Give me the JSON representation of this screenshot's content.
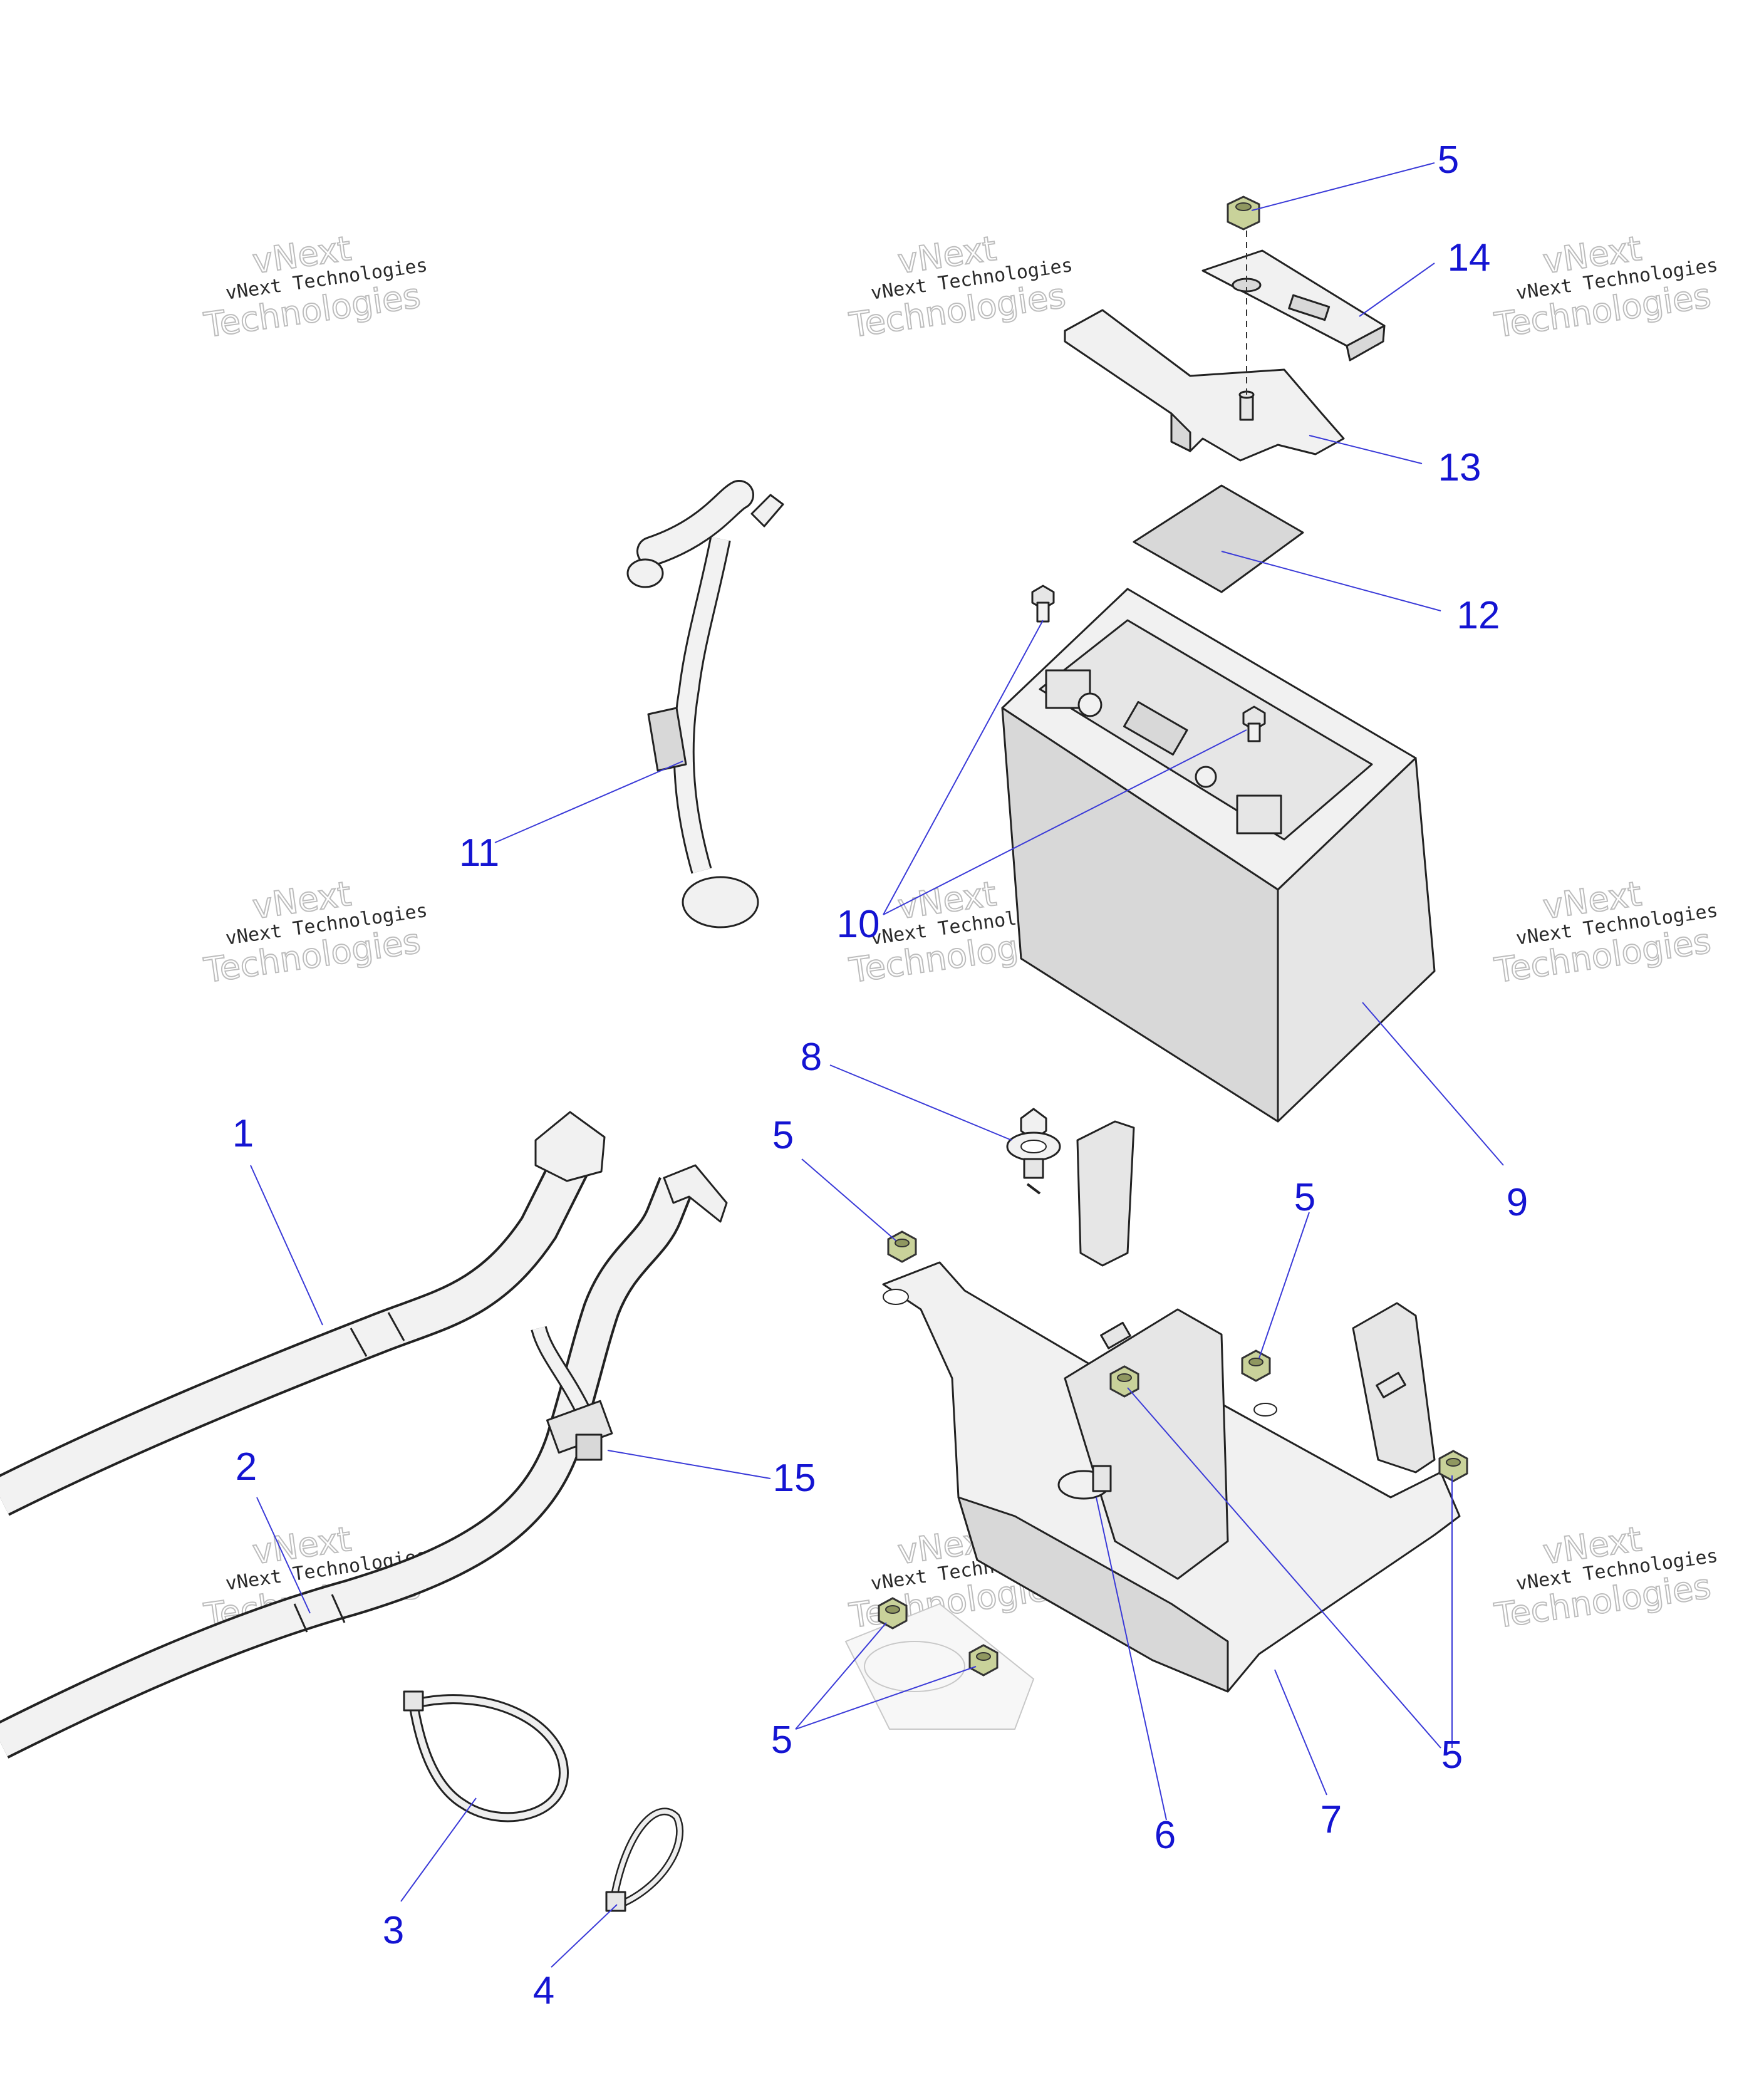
{
  "watermark": {
    "line1": "vNext",
    "line2": "vNext Technologies",
    "line3": "Technologies"
  },
  "callouts": {
    "c1": "1",
    "c2": "2",
    "c3": "3",
    "c4": "4",
    "c5a": "5",
    "c5b": "5",
    "c5c": "5",
    "c5d": "5",
    "c5e": "5",
    "c6": "6",
    "c7": "7",
    "c8": "8",
    "c9": "9",
    "c10": "10",
    "c11": "11",
    "c12": "12",
    "c13": "13",
    "c14": "14",
    "c15": "15"
  },
  "colors": {
    "callout": "#1414d2",
    "leader": "#3a3ad8",
    "nut": "#c9d29a"
  }
}
